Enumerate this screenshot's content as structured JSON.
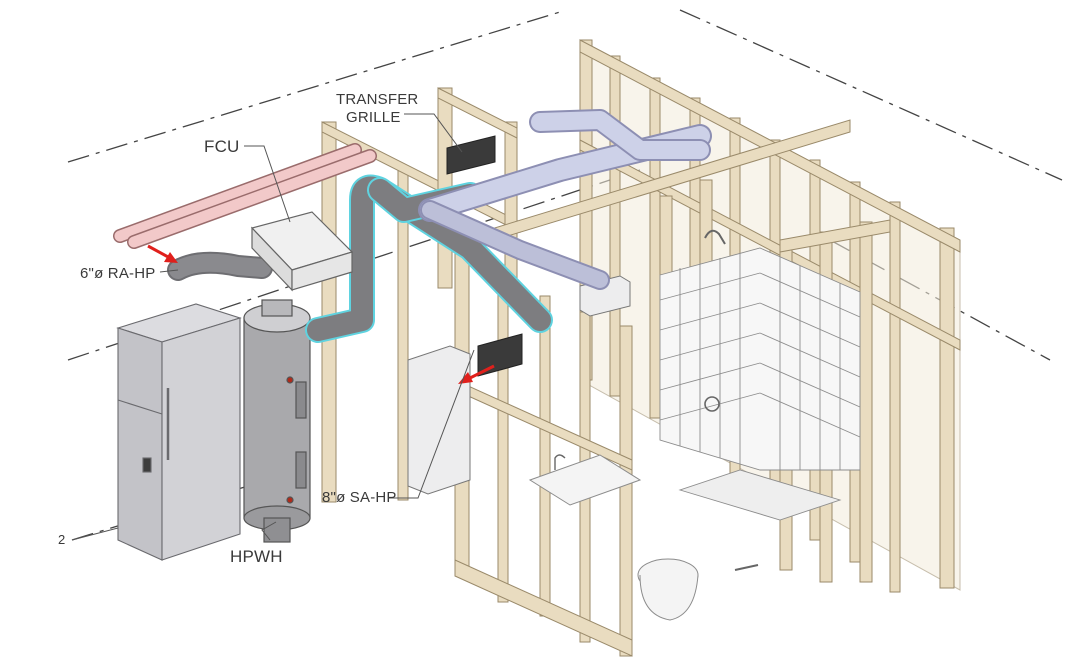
{
  "labels": {
    "transfer_grille_line1": "TRANSFER",
    "transfer_grille_line2": "GRILLE",
    "fcu": "FCU",
    "ra_hp": "6\"ø RA-HP",
    "sa_hp": "8\"ø SA-HP",
    "hpwh": "HPWH",
    "grid_2": "2"
  },
  "colors": {
    "stud": "#e9dcc0",
    "stud_edge": "#9a8a6a",
    "duct_gray": "#7d7d80",
    "duct_outline": "#5fd3e0",
    "duct_light": "#cdd1e8",
    "pipe_pink": "#f2c9c9",
    "arrow_red": "#e0201c",
    "appliance": "#c9c9cc",
    "tank": "#a8a8ab"
  }
}
